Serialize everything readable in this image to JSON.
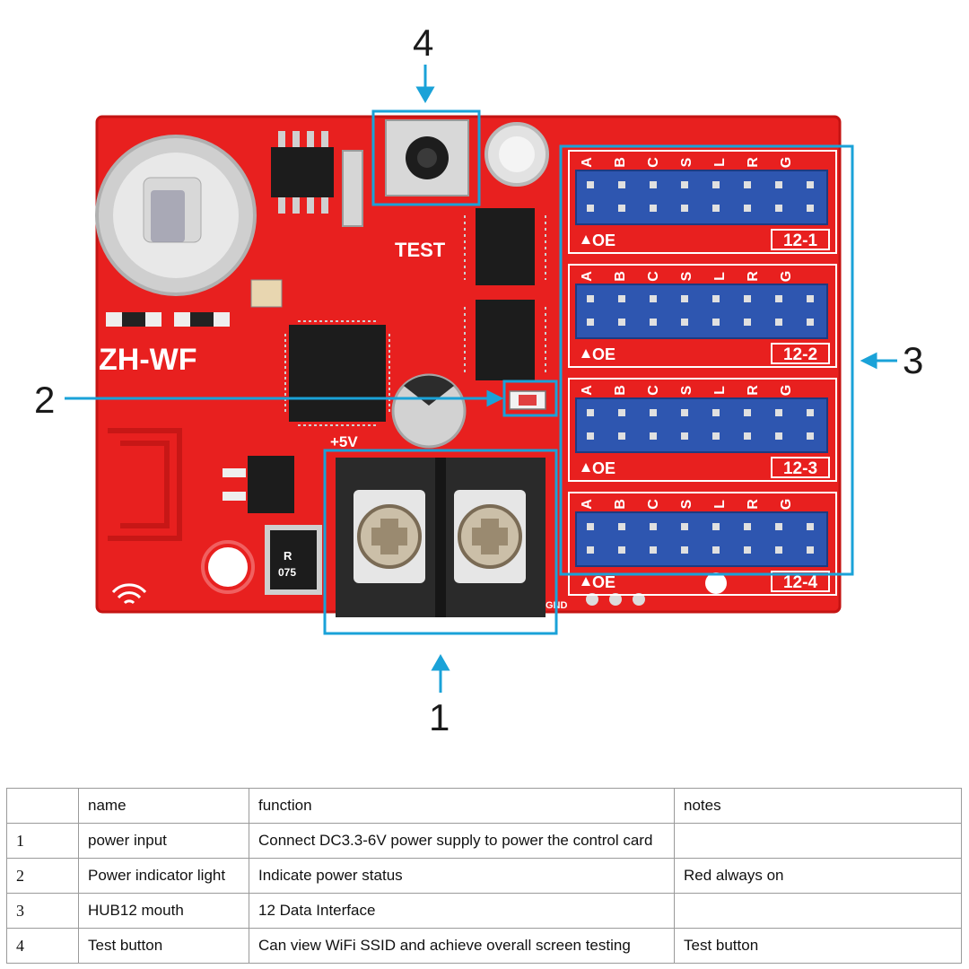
{
  "callouts": {
    "power_input": "1",
    "power_indicator": "2",
    "hub12": "3",
    "test_button": "4"
  },
  "board": {
    "model_label": "ZH-WF",
    "test_label": "TEST",
    "plus5v_label": "+5V",
    "gnd_label": "GND",
    "diode_code_line1": "R",
    "diode_code_line2": "075",
    "oe_label": "OE",
    "hub_pin_letters": [
      "A",
      "B",
      "C",
      "S",
      "L",
      "R",
      "G"
    ],
    "hub_ports": [
      "12-1",
      "12-2",
      "12-3",
      "12-4"
    ]
  },
  "colors": {
    "pcb": "#e8201f",
    "callout": "#1aa2d8",
    "header": "#2e56b0",
    "terminal": "#2a2a2a"
  },
  "table": {
    "headers": [
      "",
      "name",
      "function",
      "notes"
    ],
    "rows": [
      [
        "1",
        "power input",
        "Connect DC3.3-6V power supply to power the control card",
        ""
      ],
      [
        "2",
        "Power indicator light",
        "Indicate power status",
        "Red always on"
      ],
      [
        "3",
        "HUB12 mouth",
        "12 Data Interface",
        ""
      ],
      [
        "4",
        "Test button",
        "Can view WiFi SSID and achieve overall screen testing",
        "Test button"
      ]
    ]
  }
}
